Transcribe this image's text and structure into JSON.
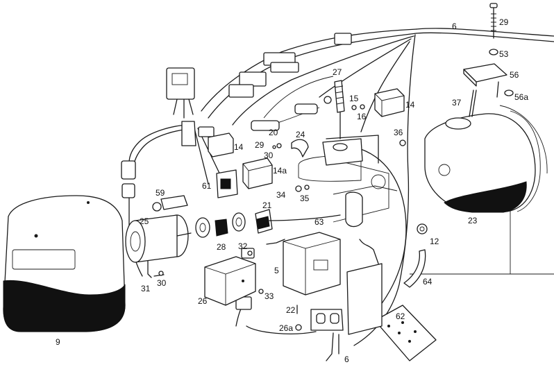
{
  "parts": {
    "p6a": "6",
    "p6b": "6",
    "p5": "5",
    "p9": "9",
    "p12": "12",
    "p14a": "14",
    "p14b": "14",
    "p14c": "14a",
    "p15": "15",
    "p16": "16",
    "p20": "20",
    "p21": "21",
    "p22": "22",
    "p23": "23",
    "p24": "24",
    "p25": "25",
    "p26": "26",
    "p26a": "26a",
    "p27": "27",
    "p28": "28",
    "p29a": "29",
    "p29b": "29",
    "p30a": "30",
    "p30b": "30",
    "p31": "31",
    "p32": "32",
    "p33": "33",
    "p34": "34",
    "p35": "35",
    "p36": "36",
    "p37": "37",
    "p53": "53",
    "p56": "56",
    "p56a": "56a",
    "p59": "59",
    "p61": "61",
    "p62": "62",
    "p63": "63",
    "p64": "64"
  }
}
